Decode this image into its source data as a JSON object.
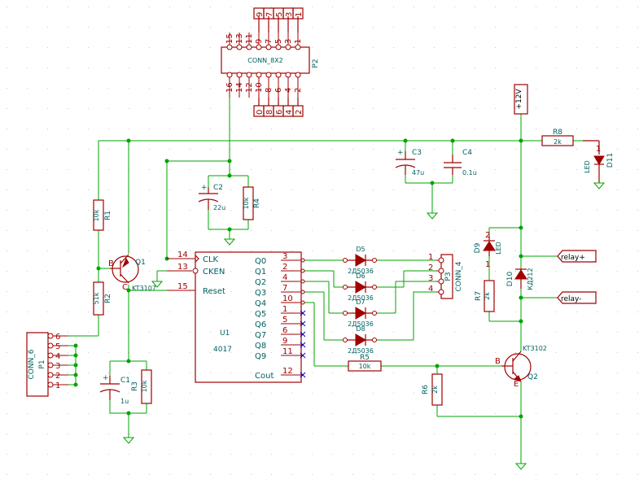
{
  "components": {
    "p2": {
      "ref": "P2",
      "value": "CONN_8X2",
      "top_pins": [
        "15",
        "13",
        "11",
        "9",
        "7",
        "5",
        "3",
        "1"
      ],
      "bottom_pins": [
        "16",
        "14",
        "12",
        "10",
        "8",
        "6",
        "4",
        "2"
      ],
      "top_row_labels": [
        "9",
        "7",
        "5",
        "3",
        "1"
      ],
      "bottom_row_labels": [
        "0",
        "8",
        "6",
        "4",
        "2"
      ]
    },
    "c2": {
      "ref": "C2",
      "value": "22u"
    },
    "r4": {
      "ref": "R4",
      "value": "10k"
    },
    "c3": {
      "ref": "C3",
      "value": "47u"
    },
    "c4": {
      "ref": "C4",
      "value": "0.1u"
    },
    "r8": {
      "ref": "R8",
      "value": "2k"
    },
    "d11": {
      "ref": "D11",
      "value": "LED",
      "pin": "1"
    },
    "r1": {
      "ref": "R1",
      "value": "10k"
    },
    "q1": {
      "ref": "Q1",
      "value": "KT3107",
      "pin_b": "B",
      "pin_c": "C"
    },
    "r2": {
      "ref": "R2",
      "value": "51k"
    },
    "u1": {
      "ref": "U1",
      "value": "4017",
      "left_pins": [
        {
          "name": "CLK",
          "num": "14"
        },
        {
          "name": "CKEN",
          "num": "13"
        },
        {
          "name": "Reset",
          "num": "15"
        }
      ],
      "outputs": [
        {
          "name": "Q0",
          "num": "3"
        },
        {
          "name": "Q1",
          "num": "2"
        },
        {
          "name": "Q2",
          "num": "4"
        },
        {
          "name": "Q3",
          "num": "7"
        },
        {
          "name": "Q4",
          "num": "10"
        },
        {
          "name": "Q5",
          "num": "1"
        },
        {
          "name": "Q6",
          "num": "5"
        },
        {
          "name": "Q7",
          "num": "6"
        },
        {
          "name": "Q8",
          "num": "9"
        },
        {
          "name": "Q9",
          "num": "11"
        },
        {
          "name": "Cout",
          "num": "12"
        }
      ]
    },
    "d5": {
      "ref": "D5",
      "value": "2Д5036"
    },
    "d6": {
      "ref": "D6",
      "value": "2Д5036"
    },
    "d7": {
      "ref": "D7",
      "value": "2Д5036"
    },
    "d8": {
      "ref": "D8",
      "value": "2Д5036"
    },
    "p3": {
      "ref": "P3",
      "value": "CONN_4",
      "pins": [
        "1",
        "2",
        "3",
        "4"
      ]
    },
    "d9": {
      "ref": "D9",
      "value": "LED",
      "pins": [
        "2",
        "1"
      ]
    },
    "r7": {
      "ref": "R7",
      "value": "2k"
    },
    "d10": {
      "ref": "D10",
      "value": "КД212"
    },
    "r5": {
      "ref": "R5",
      "value": "10k"
    },
    "q2": {
      "ref": "Q2",
      "value": "KT3102",
      "pin_b": "B",
      "pin_e": "E"
    },
    "r6": {
      "ref": "R6",
      "value": "2k"
    },
    "c1": {
      "ref": "C1",
      "value": "1u"
    },
    "r3": {
      "ref": "R3",
      "value": "10k"
    },
    "p1": {
      "ref": "P1",
      "value": "CONN_6",
      "pins": [
        "6",
        "5",
        "4",
        "3",
        "2",
        "1"
      ]
    }
  },
  "labels": {
    "v12": "+12V",
    "relay_plus": "relay+",
    "relay_minus": "relay-"
  },
  "colors": {
    "wire": "#00a400",
    "component": "#a00000",
    "text": "#006060",
    "grid": "#c8c8c8"
  }
}
